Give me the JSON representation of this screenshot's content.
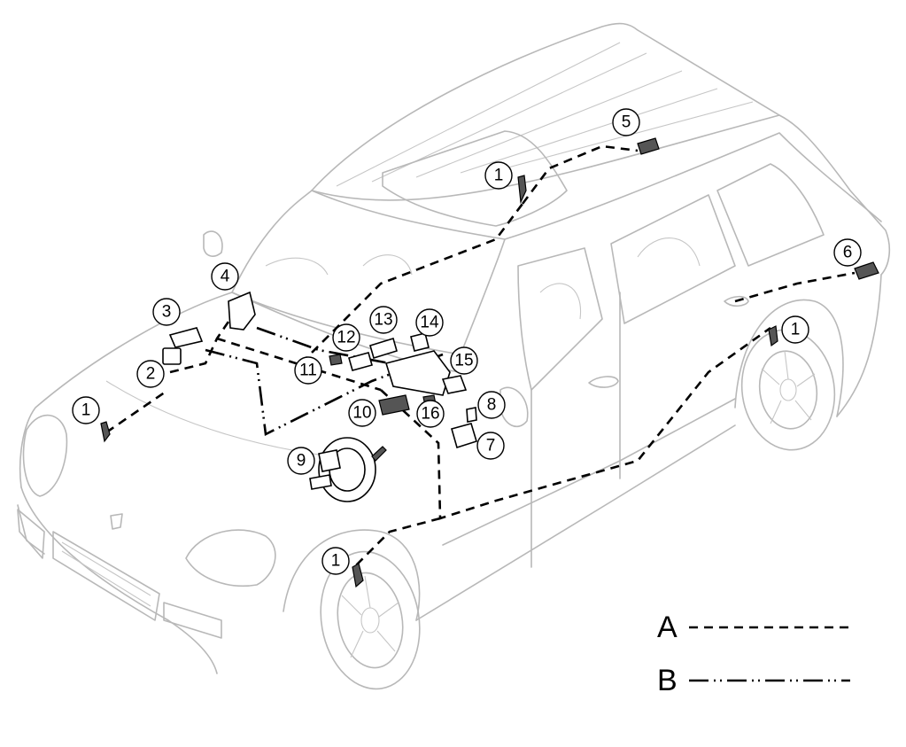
{
  "callouts": [
    {
      "number": "1"
    },
    {
      "number": "1"
    },
    {
      "number": "1"
    },
    {
      "number": "1"
    },
    {
      "number": "2"
    },
    {
      "number": "3"
    },
    {
      "number": "4"
    },
    {
      "number": "5"
    },
    {
      "number": "6"
    },
    {
      "number": "7"
    },
    {
      "number": "8"
    },
    {
      "number": "9"
    },
    {
      "number": "10"
    },
    {
      "number": "11"
    },
    {
      "number": "12"
    },
    {
      "number": "13"
    },
    {
      "number": "14"
    },
    {
      "number": "15"
    },
    {
      "number": "16"
    }
  ],
  "legend": {
    "a": {
      "letter": "A",
      "line_style": "dashed"
    },
    "b": {
      "letter": "B",
      "line_style": "dash-dot-dot"
    }
  },
  "colors": {
    "car_outline": "#b8b8b8",
    "wiring": "#000000",
    "background": "#ffffff"
  }
}
